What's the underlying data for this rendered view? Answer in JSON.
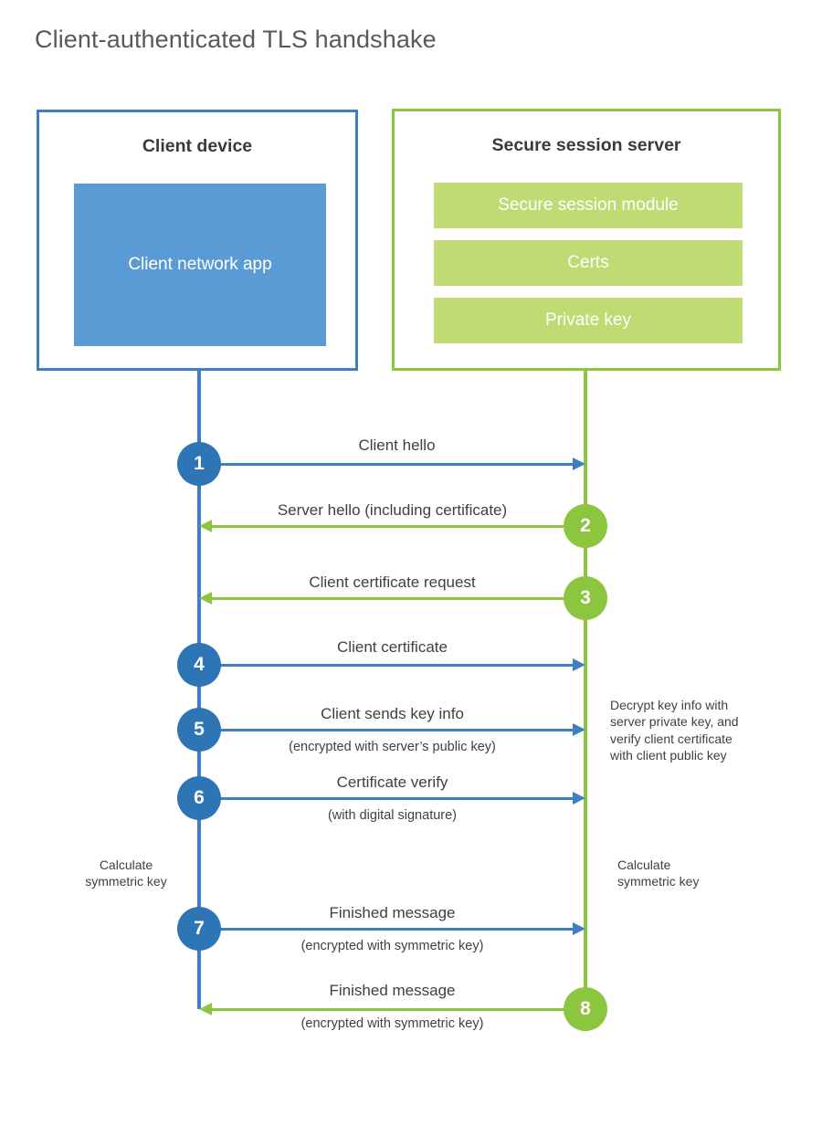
{
  "diagram": {
    "title": "Client-authenticated TLS handshake",
    "colors": {
      "client_accent": "#3F7FC1",
      "client_app_fill": "#5B9BD5",
      "client_circle": "#2E75B6",
      "server_accent": "#8CC63F",
      "server_bar_fill": "#BEDB74",
      "text": "#404040"
    }
  },
  "client": {
    "title": "Client device",
    "app_label": "Client network app",
    "note_calculate": "Calculate\nsymmetric key",
    "note_calculate_line1": "Calculate",
    "note_calculate_line2": "symmetric key"
  },
  "server": {
    "title": "Secure session server",
    "components": [
      {
        "label": "Secure session module"
      },
      {
        "label": "Certs"
      },
      {
        "label": "Private key"
      }
    ],
    "note_decrypt_line1": "Decrypt key info with",
    "note_decrypt_line2": "server private key, and",
    "note_decrypt_line3": "verify client certificate",
    "note_decrypt_line4": "with client public key",
    "note_calculate_line1": "Calculate",
    "note_calculate_line2": "symmetric key"
  },
  "steps": [
    {
      "number": "1",
      "label": "Client hello",
      "sublabel": "",
      "direction": "client-to-server",
      "color": "blue"
    },
    {
      "number": "2",
      "label": "Server hello (including certificate)",
      "sublabel": "",
      "direction": "server-to-client",
      "color": "green"
    },
    {
      "number": "3",
      "label": "Client certificate request",
      "sublabel": "",
      "direction": "server-to-client",
      "color": "green"
    },
    {
      "number": "4",
      "label": "Client certificate",
      "sublabel": "",
      "direction": "client-to-server",
      "color": "blue"
    },
    {
      "number": "5",
      "label": "Client sends key info",
      "sublabel": "(encrypted with server’s public key)",
      "direction": "client-to-server",
      "color": "blue"
    },
    {
      "number": "6",
      "label": "Certificate verify",
      "sublabel": "(with digital signature)",
      "direction": "client-to-server",
      "color": "blue"
    },
    {
      "number": "7",
      "label": "Finished message",
      "sublabel": "(encrypted with symmetric key)",
      "direction": "client-to-server",
      "color": "blue"
    },
    {
      "number": "8",
      "label": "Finished message",
      "sublabel": "(encrypted with symmetric key)",
      "direction": "server-to-client",
      "color": "green"
    }
  ]
}
